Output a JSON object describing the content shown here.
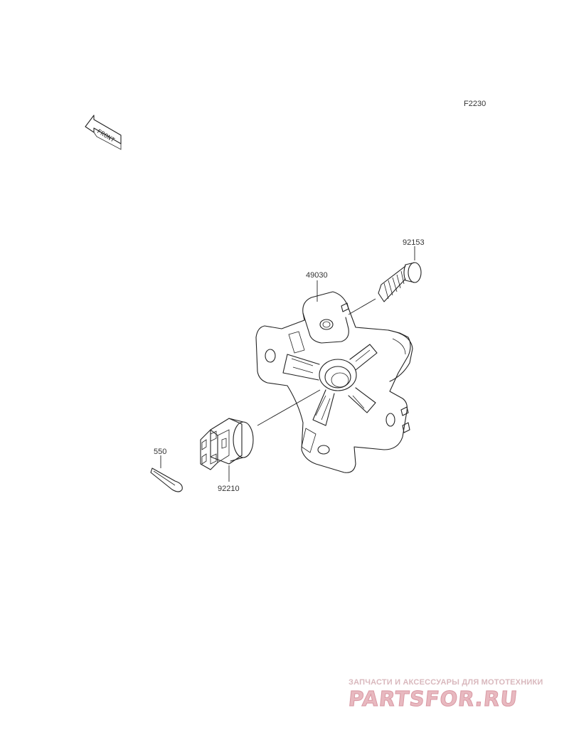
{
  "diagram": {
    "sheet_code": "F2230",
    "front_indicator": "FRONT",
    "parts": [
      {
        "number": "92153",
        "name": "wheel-stud"
      },
      {
        "number": "49030",
        "name": "hub"
      },
      {
        "number": "550",
        "name": "cotter-pin"
      },
      {
        "number": "92210",
        "name": "castle-nut"
      }
    ]
  },
  "watermark": {
    "subtitle": "ЗАПЧАСТИ И АКСЕССУАРЫ ДЛЯ МОТОТЕХНИКИ",
    "brand": "PARTSFOR.RU"
  }
}
